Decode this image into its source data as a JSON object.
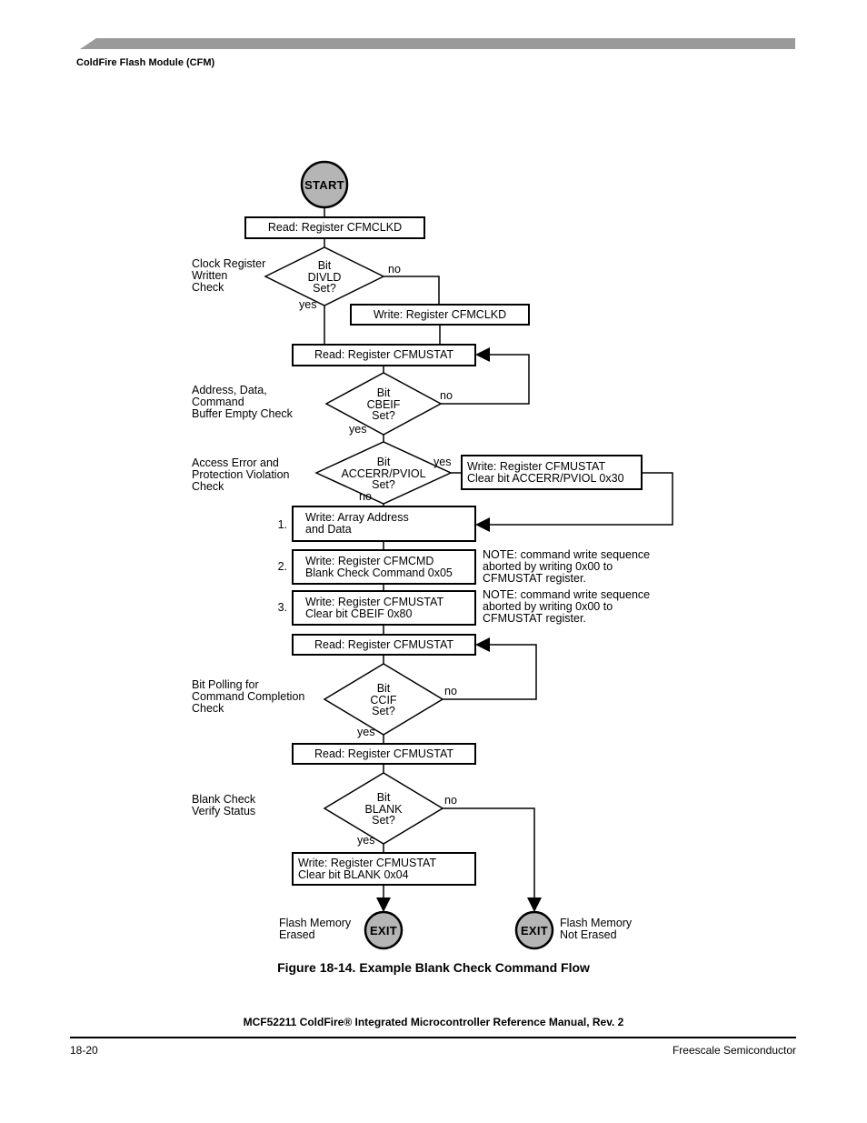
{
  "header": {
    "chapter": "ColdFire Flash Module (CFM)"
  },
  "flowchart": {
    "start": "START",
    "branch": {
      "yes": "yes",
      "no": "no"
    },
    "side_labels": {
      "clock": "Clock Register\nWritten\nCheck",
      "buffer": "Address, Data,\nCommand\nBuffer Empty Check",
      "access": "Access Error and\nProtection Violation\nCheck",
      "polling": "Bit Polling for\nCommand Completion\nCheck",
      "verify": "Blank Check\nVerify Status"
    },
    "nodes": {
      "read_cfmclkd": "Read: Register CFMCLKD",
      "divld": "Bit\nDIVLD\nSet?",
      "write_cfmclkd": "Write: Register CFMCLKD",
      "read_cfmustat_1": "Read: Register CFMUSTAT",
      "cbeif": "Bit\nCBEIF\nSet?",
      "accerr": "Bit\nACCERR/PVIOL\nSet?",
      "write_clear_accerr": "Write: Register CFMUSTAT\nClear bit ACCERR/PVIOL 0x30",
      "step1_num": "1.",
      "step1": "Write: Array Address\n and Data",
      "step2_num": "2.",
      "step2": "Write: Register CFMCMD\nBlank Check Command 0x05",
      "note_step2": "NOTE: command write sequence\naborted by writing 0x00 to\nCFMUSTAT register.",
      "step3_num": "3.",
      "step3": "Write: Register CFMUSTAT\nClear bit CBEIF 0x80",
      "note_step3": "NOTE: command write sequence\naborted by writing 0x00 to\nCFMUSTAT register.",
      "read_cfmustat_2": "Read: Register CFMUSTAT",
      "ccif": "Bit\nCCIF\nSet?",
      "read_cfmustat_3": "Read: Register CFMUSTAT",
      "blank": "Bit\nBLANK\nSet?",
      "write_clear_blank": "Write: Register CFMUSTAT\nClear bit BLANK 0x04",
      "exit_left": "EXIT",
      "exit_right": "EXIT",
      "exit_left_label": "Flash Memory\nErased",
      "exit_right_label": "Flash Memory\nNot Erased"
    },
    "colors": {
      "node_fill": "#b5b5b5",
      "line": "#000000",
      "header_bar": "#9a9a9a"
    }
  },
  "caption": "Figure 18-14. Example Blank Check Command Flow",
  "footer": {
    "manual_title": "MCF52211 ColdFire® Integrated Microcontroller Reference Manual, Rev. 2",
    "page_number": "18-20",
    "company": "Freescale Semiconductor"
  }
}
